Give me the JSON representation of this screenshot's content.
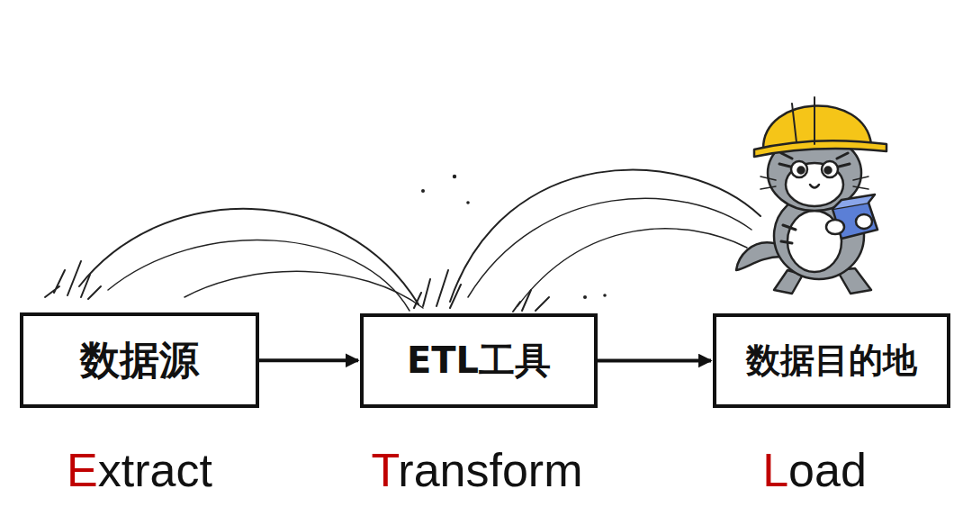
{
  "diagram": {
    "nodes": [
      {
        "text": [
          "数据源"
        ]
      },
      {
        "text": [
          "ETL工具"
        ]
      },
      {
        "text": [
          "数据目的地"
        ]
      }
    ],
    "edges": [
      {
        "from": 0,
        "to": 1,
        "arrow": "to"
      },
      {
        "from": 1,
        "to": 2,
        "arrow": "to"
      }
    ],
    "labels": [
      "Extract",
      "Transform",
      "Load"
    ]
  }
}
